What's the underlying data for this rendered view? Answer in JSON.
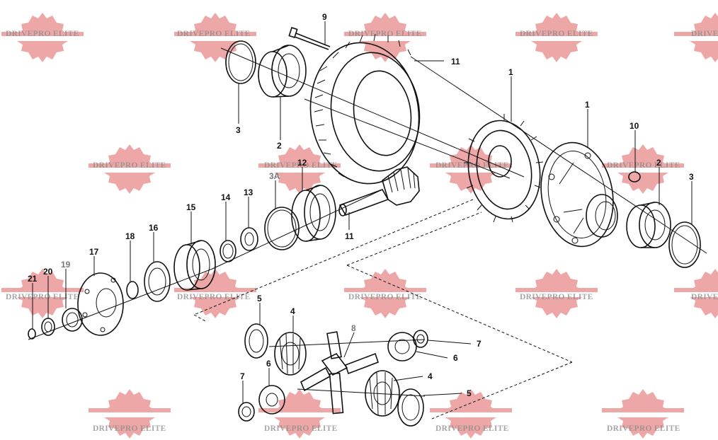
{
  "watermark": {
    "text": "DRIVEPRO ELITE",
    "color": "#e06060"
  },
  "callouts": {
    "c9": "9",
    "c11a": "11",
    "c1a": "1",
    "c1b": "1",
    "c10": "10",
    "c3a": "3",
    "c2a": "2",
    "c2b": "2",
    "c3b": "3",
    "c12": "12",
    "c3A": "3A",
    "c13": "13",
    "c14": "14",
    "c15": "15",
    "c11b": "11",
    "c16": "16",
    "c17": "17",
    "c18": "18",
    "c19": "19",
    "c20": "20",
    "c21": "21",
    "c5a": "5",
    "c4a": "4",
    "c8": "8",
    "c7a": "7",
    "c6a": "6",
    "c6b": "6",
    "c4b": "4",
    "c7b": "7",
    "c5b": "5"
  }
}
